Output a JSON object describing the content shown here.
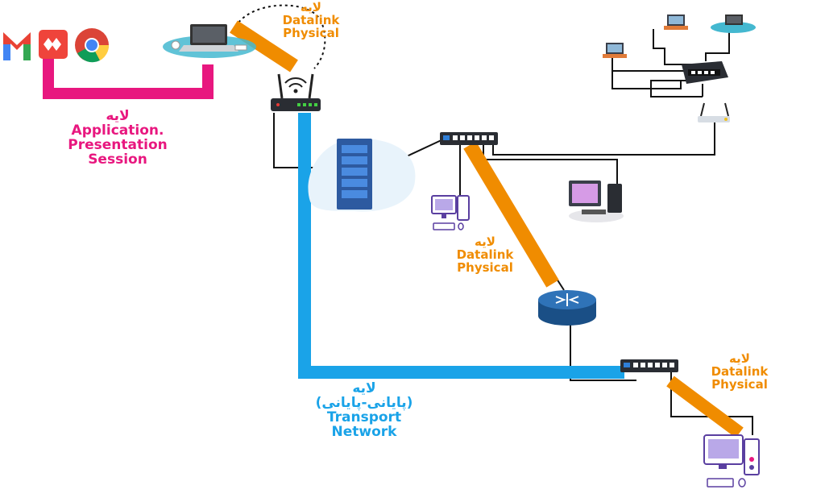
{
  "colors": {
    "application": "#e8177f",
    "transport": "#1aa3e8",
    "datalink": "#f08c00",
    "wire": "#111111"
  },
  "icons": [
    "gmail-icon",
    "anydesk-icon",
    "chrome-icon",
    "laptop-icon",
    "wifi-router-icon",
    "server-rack-icon",
    "network-switch-icon",
    "desktop-computer-icon",
    "router-icon",
    "network-hub-icon",
    "access-point-icon"
  ],
  "labels": {
    "datalink_top": {
      "word": "لایه",
      "line1": "Datalink",
      "line2": "Physical"
    },
    "datalink_mid": {
      "word": "لایه",
      "line1": "Datalink",
      "line2": "Physical"
    },
    "datalink_right": {
      "word": "لایه",
      "line1": "Datalink",
      "line2": "Physical"
    },
    "application": {
      "word": "لایه",
      "line1": "Application.",
      "line2": "Presentation",
      "line3": "Session"
    },
    "transport": {
      "word": "لایه",
      "line1": "(پایانی-پایانی)",
      "line2": "Transport",
      "line3": "Network"
    }
  }
}
